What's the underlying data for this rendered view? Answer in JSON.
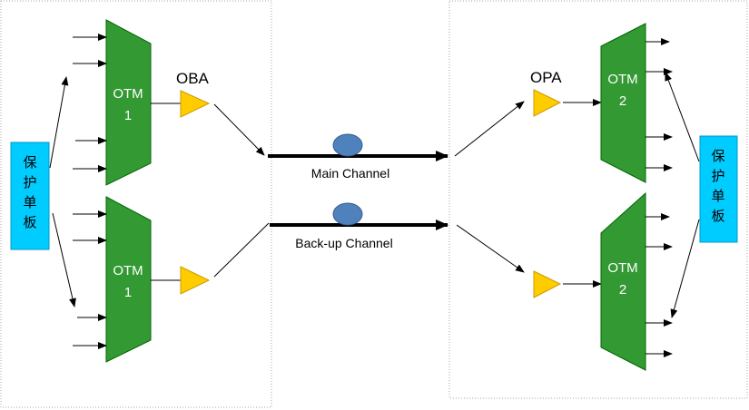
{
  "colors": {
    "otm": "#339933",
    "amplifier": "#FFCC00",
    "protection_board": "#00CCFF",
    "fiber": "#4F81BD",
    "frame": "#A6A6A6"
  },
  "left_site": {
    "otm_top": {
      "line1": "OTM",
      "line2": "1"
    },
    "otm_bottom": {
      "line1": "OTM",
      "line2": "1"
    },
    "amplifier_label": "OBA",
    "protection_board": [
      "保",
      "护",
      "单",
      "板"
    ]
  },
  "right_site": {
    "otm_top": {
      "line1": "OTM",
      "line2": "2"
    },
    "otm_bottom": {
      "line1": "OTM",
      "line2": "2"
    },
    "amplifier_label": "OPA",
    "protection_board": [
      "保",
      "护",
      "单",
      "板"
    ]
  },
  "channels": {
    "main": "Main Channel",
    "backup": "Back-up Channel"
  }
}
